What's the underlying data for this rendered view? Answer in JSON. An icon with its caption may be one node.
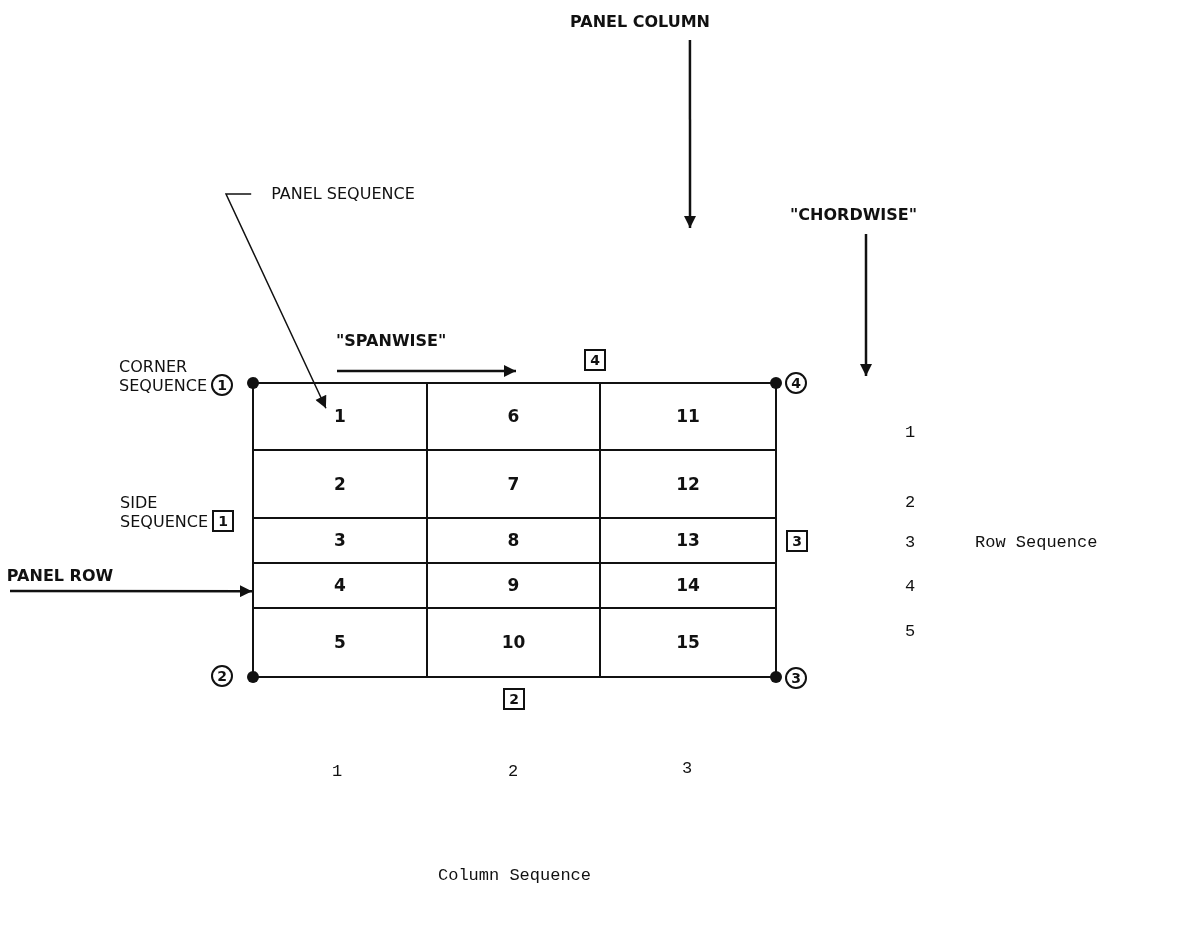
{
  "diagram": {
    "nodes": [
      {
        "text": [
          "PANEL COLUMN"
        ]
      },
      {
        "text": [
          "PANEL SEQUENCE"
        ]
      },
      {
        "text": [
          "4"
        ]
      },
      {
        "text": [
          "1"
        ],
        "beside": [
          "CORNER SEQUENCE"
        ]
      },
      {
        "text": [
          "4"
        ]
      },
      {
        "text": [
          "1"
        ]
      },
      {
        "text": [
          "6"
        ]
      },
      {
        "text": [
          "11"
        ]
      },
      {
        "text": [
          "2"
        ]
      },
      {
        "text": [
          "7"
        ]
      },
      {
        "text": [
          "12"
        ]
      },
      {
        "text": [
          "3"
        ]
      },
      {
        "text": [
          "8"
        ]
      },
      {
        "text": [
          "13"
        ]
      },
      {
        "text": [
          "4"
        ]
      },
      {
        "text": [
          "9"
        ]
      },
      {
        "text": [
          "14"
        ]
      },
      {
        "text": [
          "5"
        ]
      },
      {
        "text": [
          "10"
        ]
      },
      {
        "text": [
          "15"
        ]
      },
      {
        "text": [
          "1"
        ],
        "beside": [
          "SIDE SEQUENCE"
        ]
      },
      {
        "text": [
          "3"
        ]
      },
      {
        "text": [
          "PANEL ROW"
        ]
      },
      {
        "text": [
          "2"
        ]
      },
      {
        "text": [
          "3"
        ]
      },
      {
        "text": [
          "2"
        ]
      }
    ],
    "edges": [
      {
        "from": 0,
        "to": null,
        "arrow": "to"
      },
      {
        "from": 1,
        "to": 5,
        "arrow": "to"
      },
      {
        "from": 22,
        "to": 14,
        "arrow": "to"
      }
    ],
    "labels": [
      "\"CHORDWISE\"",
      "\"SPANWISE\"",
      "1",
      "2",
      "3",
      "Row Sequence",
      "4",
      "5",
      "1",
      "2",
      "3",
      "Column Sequence"
    ]
  }
}
